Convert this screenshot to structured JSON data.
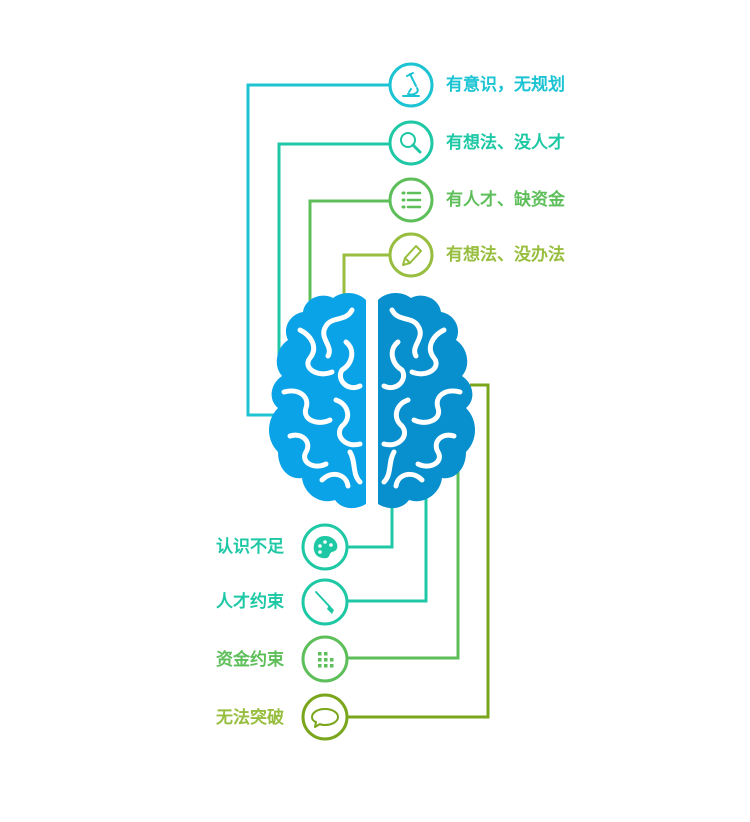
{
  "colors": {
    "cyan": "#1cc3d3",
    "teal": "#1ec8a5",
    "green": "#5ebf5a",
    "lime": "#97be3e",
    "olive": "#7aa61c",
    "brain_left": "#0aa3e8",
    "brain_right": "#0790cd"
  },
  "top_items": [
    {
      "label": "有意识，无规划",
      "icon": "microscope-icon",
      "color": "#1cc3d3"
    },
    {
      "label": "有想法、没人才",
      "icon": "magnifier-icon",
      "color": "#1ec8a5"
    },
    {
      "label": "有人才、缺资金",
      "icon": "list-icon",
      "color": "#5ebf5a"
    },
    {
      "label": "有想法、没办法",
      "icon": "pencil-icon",
      "color": "#97be3e"
    }
  ],
  "bottom_items": [
    {
      "label": "认识不足",
      "icon": "palette-icon",
      "color": "#1ec8a5"
    },
    {
      "label": "人才约束",
      "icon": "brush-icon",
      "color": "#1ec8a5"
    },
    {
      "label": "资金约束",
      "icon": "grid-icon",
      "color": "#5ebf5a"
    },
    {
      "label": "无法突破",
      "icon": "speech-bubble-icon",
      "color": "#7aa61c"
    }
  ]
}
